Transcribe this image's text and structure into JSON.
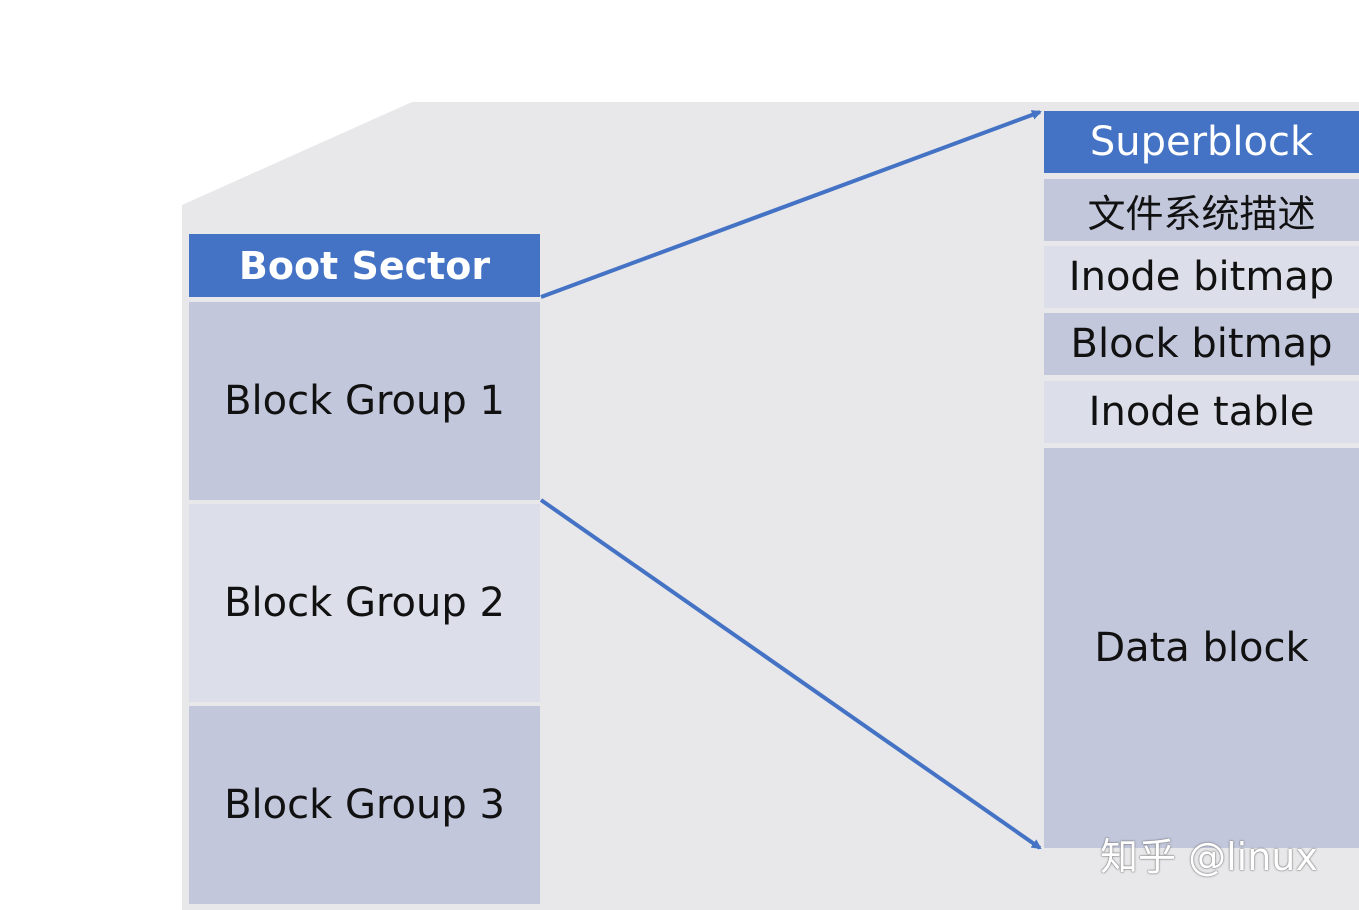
{
  "colors": {
    "background_panel": "#e8e8ea",
    "header_blue": "#4472c4",
    "cell_dark": "#c2c7dc",
    "cell_light": "#dcdfea",
    "arrow": "#4472c4"
  },
  "disk": {
    "boot_sector": "Boot Sector",
    "block_groups": [
      "Block Group 1",
      "Block Group 2",
      "Block Group 3"
    ]
  },
  "block_group_detail": {
    "items": [
      "Superblock",
      "文件系统描述",
      "Inode bitmap",
      "Block bitmap",
      "Inode table",
      "Data block"
    ]
  },
  "watermark": "知乎 @linux"
}
